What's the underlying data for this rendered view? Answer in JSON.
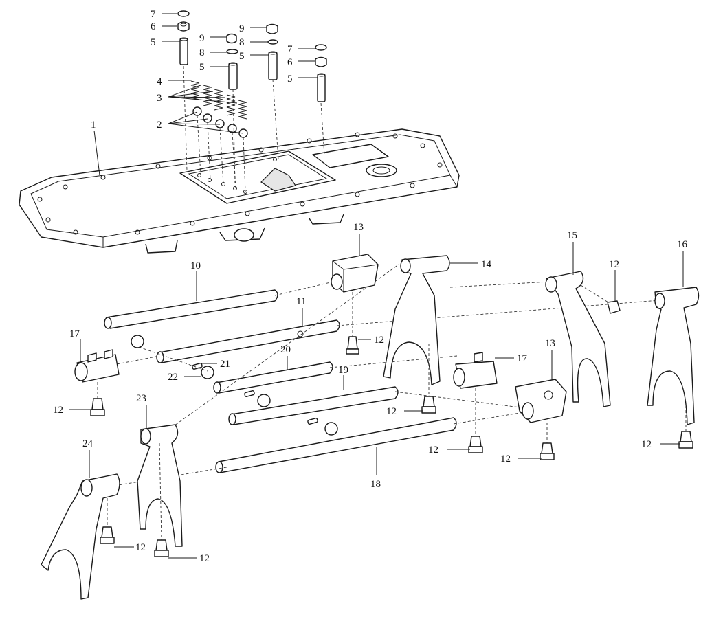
{
  "figure": {
    "callouts": [
      {
        "id": "c7a",
        "text": "7"
      },
      {
        "id": "c6a",
        "text": "6"
      },
      {
        "id": "c5a",
        "text": "5"
      },
      {
        "id": "c9a",
        "text": "9"
      },
      {
        "id": "c8a",
        "text": "8"
      },
      {
        "id": "c5b",
        "text": "5"
      },
      {
        "id": "c9b",
        "text": "9"
      },
      {
        "id": "c8b",
        "text": "8"
      },
      {
        "id": "c5c",
        "text": "5"
      },
      {
        "id": "c7b",
        "text": "7"
      },
      {
        "id": "c6b",
        "text": "6"
      },
      {
        "id": "c5d",
        "text": "5"
      },
      {
        "id": "c4",
        "text": "4"
      },
      {
        "id": "c3",
        "text": "3"
      },
      {
        "id": "c2",
        "text": "2"
      },
      {
        "id": "c1",
        "text": "1"
      },
      {
        "id": "c13a",
        "text": "13"
      },
      {
        "id": "c14",
        "text": "14"
      },
      {
        "id": "c15",
        "text": "15"
      },
      {
        "id": "c12a",
        "text": "12"
      },
      {
        "id": "c16",
        "text": "16"
      },
      {
        "id": "c10",
        "text": "10"
      },
      {
        "id": "c11",
        "text": "11"
      },
      {
        "id": "c17a",
        "text": "17"
      },
      {
        "id": "c12b",
        "text": "12"
      },
      {
        "id": "c20",
        "text": "20"
      },
      {
        "id": "c21",
        "text": "21"
      },
      {
        "id": "c22",
        "text": "22"
      },
      {
        "id": "c19",
        "text": "19"
      },
      {
        "id": "c17b",
        "text": "17"
      },
      {
        "id": "c13b",
        "text": "13"
      },
      {
        "id": "c12c",
        "text": "12"
      },
      {
        "id": "c23",
        "text": "23"
      },
      {
        "id": "c12d",
        "text": "12"
      },
      {
        "id": "c12e",
        "text": "12"
      },
      {
        "id": "c24",
        "text": "24"
      },
      {
        "id": "c12f",
        "text": "12"
      },
      {
        "id": "c12g",
        "text": "12"
      },
      {
        "id": "c18",
        "text": "18"
      },
      {
        "id": "c12h",
        "text": "12"
      },
      {
        "id": "c12i",
        "text": "12"
      }
    ]
  }
}
